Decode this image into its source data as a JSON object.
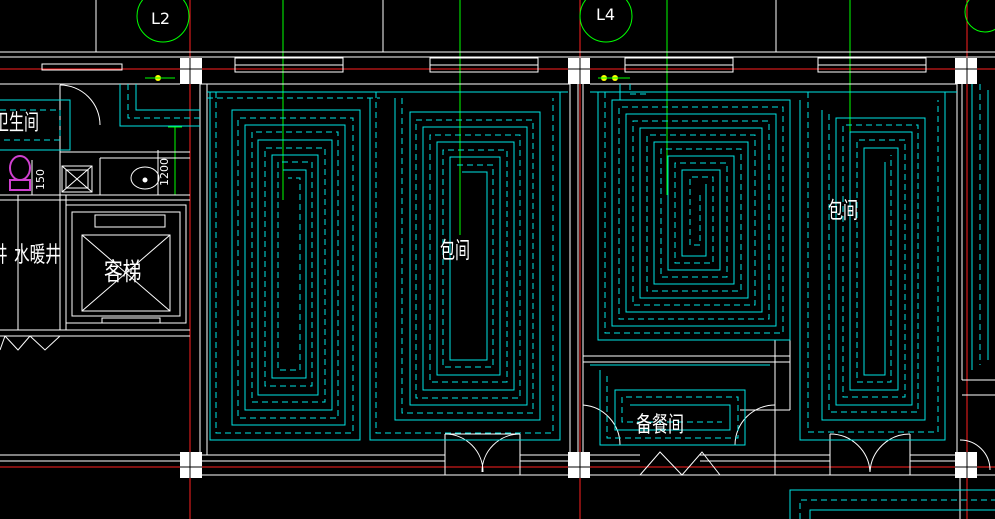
{
  "drawing": {
    "grid_labels": [
      "L2",
      "L4"
    ],
    "room_labels": {
      "private_room_a": "包间",
      "private_room_b": "包间",
      "pantry": "备餐间",
      "elevator": "客梯",
      "water_heating_shaft": "水暖井",
      "shaft_fragment": "井",
      "washroom": "卫生间"
    },
    "dimensions": {
      "d150": "150",
      "d1200": "1200"
    },
    "colors": {
      "background": "#000000",
      "wall": "#ffffff",
      "axis": "#ff2020",
      "heating_pipe": "#00e5e5",
      "leader": "#00ff00",
      "fixture": "#d040d0"
    }
  }
}
